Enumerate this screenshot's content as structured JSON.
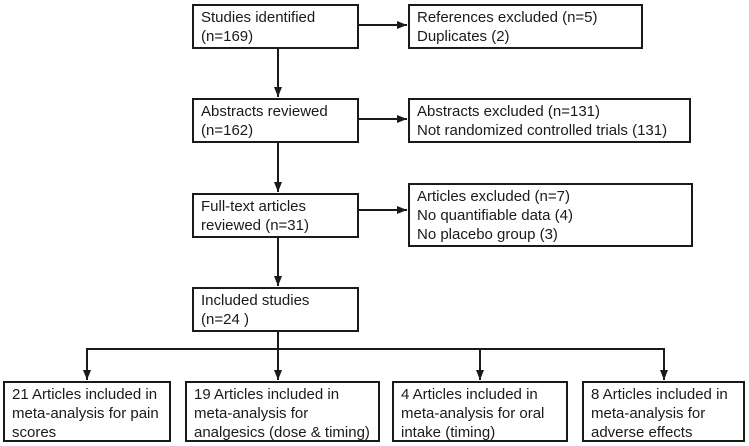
{
  "diagram": {
    "description": "Study selection flow diagram (PRISMA-style)",
    "colors": {
      "background": "#ffffff",
      "box_fill": "#ffffff",
      "box_border": "#1a1a1a",
      "line": "#1a1a1a",
      "text": "#1a1a1a"
    },
    "nodes": {
      "studies_identified": {
        "text": "Studies identified\n(n=169)"
      },
      "references_excluded": {
        "text": "References excluded (n=5)\nDuplicates (2)"
      },
      "abstracts_reviewed": {
        "text": "Abstracts reviewed\n(n=162)"
      },
      "abstracts_excluded": {
        "text": "Abstracts excluded (n=131)\nNot randomized controlled trials (131)"
      },
      "fulltext_reviewed": {
        "text": "Full-text articles\nreviewed (n=31)"
      },
      "articles_excluded": {
        "text": "Articles excluded (n=7)\nNo quantifiable data (4)\nNo placebo group (3)"
      },
      "included_studies": {
        "text": "Included studies\n(n=24 )"
      },
      "pain_scores": {
        "text": "21 Articles included in\nmeta-analysis for pain\nscores"
      },
      "analgesics": {
        "text": "19 Articles included in\nmeta-analysis for\nanalgesics (dose & timing)"
      },
      "oral_intake": {
        "text": "4 Articles included in\nmeta-analysis for oral\nintake (timing)"
      },
      "adverse_effects": {
        "text": "8 Articles included in\nmeta-analysis for\nadverse effects"
      }
    }
  }
}
